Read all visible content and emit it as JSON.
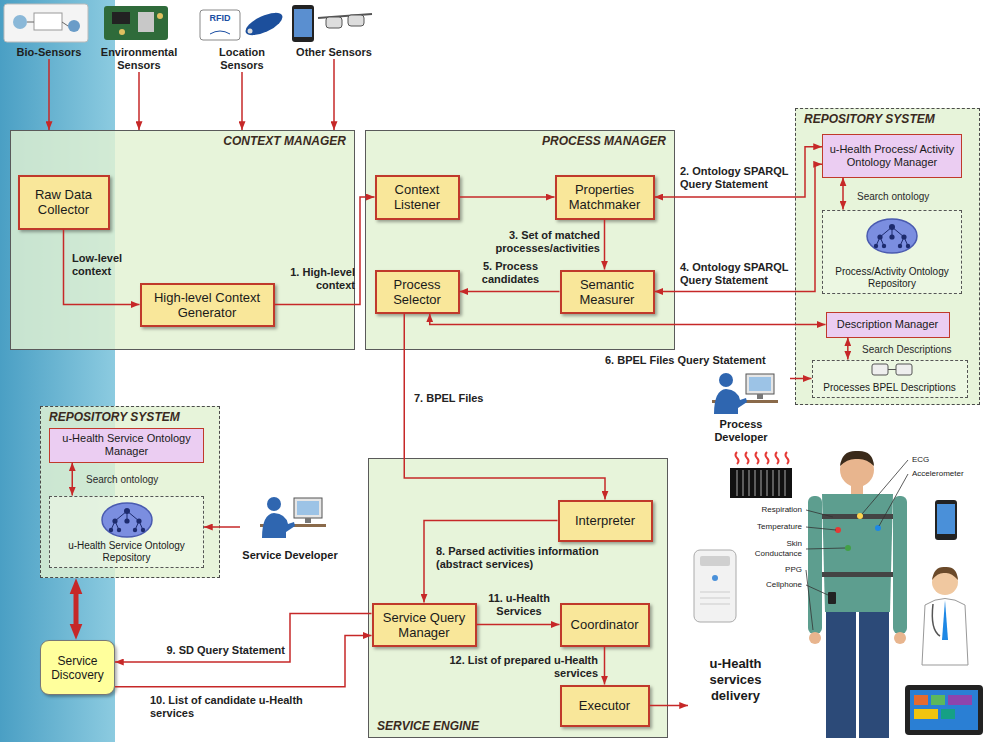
{
  "diagram": {
    "nodes": [
      {
        "text": [
          "Bio-Sensors"
        ]
      },
      {
        "text": [
          "Environmental Sensors"
        ]
      },
      {
        "text": [
          "Location Sensors"
        ]
      },
      {
        "text": [
          "Other Sensors"
        ]
      },
      {
        "text": [
          "CONTEXT MANAGER"
        ]
      },
      {
        "text": [
          "Raw Data Collector"
        ],
        "in": 4
      },
      {
        "text": [
          "High-level Context Generator"
        ],
        "in": 4
      },
      {
        "text": [
          "PROCESS MANAGER"
        ]
      },
      {
        "text": [
          "Context Listener"
        ],
        "in": 7
      },
      {
        "text": [
          "Properties Matchmaker"
        ],
        "in": 7
      },
      {
        "text": [
          "Process Selector"
        ],
        "in": 7
      },
      {
        "text": [
          "Semantic Measurer"
        ],
        "in": 7
      },
      {
        "text": [
          "REPOSITORY SYSTEM"
        ]
      },
      {
        "text": [
          "u-Health Process/ Activity Ontology Manager"
        ],
        "in": 12
      },
      {
        "text": [
          "Process/Activity Ontology Repository"
        ],
        "in": 12
      },
      {
        "text": [
          "Description Manager"
        ],
        "in": 12
      },
      {
        "text": [
          "Processes BPEL Descriptions"
        ],
        "in": 12
      },
      {
        "text": [
          "REPOSITORY SYSTEM"
        ]
      },
      {
        "text": [
          "u-Health Service Ontology Manager"
        ],
        "in": 17
      },
      {
        "text": [
          "u-Health Service Ontology Repository"
        ],
        "in": 17
      },
      {
        "text": [
          "Service Developer"
        ]
      },
      {
        "text": [
          "Process Developer"
        ]
      },
      {
        "text": [
          "SERVICE ENGINE"
        ]
      },
      {
        "text": [
          "Interpreter"
        ],
        "in": 22
      },
      {
        "text": [
          "Service Query Manager"
        ],
        "in": 22
      },
      {
        "text": [
          "Coordinator"
        ],
        "in": 22
      },
      {
        "text": [
          "Executor"
        ],
        "in": 22
      },
      {
        "text": [
          "Service Discovery"
        ]
      },
      {
        "text": [
          "u-Health services delivery"
        ]
      }
    ],
    "edges": [
      {
        "from": 0,
        "to": 4,
        "arrow": "to"
      },
      {
        "from": 1,
        "to": 4,
        "arrow": "to"
      },
      {
        "from": 2,
        "to": 4,
        "arrow": "to"
      },
      {
        "from": 3,
        "to": 4,
        "arrow": "to"
      },
      {
        "from": 5,
        "to": 6,
        "label": "Low-level context",
        "arrow": "to"
      },
      {
        "from": 6,
        "to": 8,
        "label": "1. High-level context",
        "arrow": "to"
      },
      {
        "from": 8,
        "to": 9,
        "arrow": "to"
      },
      {
        "from": 9,
        "to": 13,
        "label": "2. Ontology SPARQL Query Statement",
        "arrow": "both"
      },
      {
        "from": 9,
        "to": 11,
        "label": "3. Set of matched processes/activities",
        "arrow": "to"
      },
      {
        "from": 11,
        "to": 13,
        "label": "4. Ontology SPARQL Query Statement",
        "arrow": "both"
      },
      {
        "from": 11,
        "to": 10,
        "label": "5. Process candidates",
        "arrow": "to"
      },
      {
        "from": 10,
        "to": 15,
        "label": "6. BPEL Files Query Statement",
        "arrow": "both"
      },
      {
        "from": 10,
        "to": 23,
        "label": "7. BPEL Files",
        "arrow": "to"
      },
      {
        "from": 13,
        "to": 14,
        "label": "Search ontology",
        "arrow": "both"
      },
      {
        "from": 15,
        "to": 16,
        "label": "Search Descriptions",
        "arrow": "both"
      },
      {
        "from": 21,
        "to": 16,
        "arrow": "to"
      },
      {
        "from": 18,
        "to": 19,
        "label": "Search ontology",
        "arrow": "both"
      },
      {
        "from": 20,
        "to": 19,
        "arrow": "to"
      },
      {
        "from": 23,
        "to": 24,
        "label": "8. Parsed activities information (abstract services)",
        "arrow": "to"
      },
      {
        "from": 24,
        "to": 27,
        "label": "9. SD Query Statement",
        "arrow": "to"
      },
      {
        "from": 27,
        "to": 24,
        "label": "10. List of candidate u-Health services",
        "arrow": "to"
      },
      {
        "from": 24,
        "to": 25,
        "label": "11. u-Health Services",
        "arrow": "to"
      },
      {
        "from": 25,
        "to": 26,
        "label": "12. List of prepared u-Health services",
        "arrow": "to"
      },
      {
        "from": 26,
        "to": 28,
        "arrow": "to"
      },
      {
        "from": 17,
        "to": 27,
        "arrow": "both"
      }
    ],
    "labels": [
      "RFID",
      "ECG",
      "Accelerometer",
      "Respiration",
      "Temperature",
      "Skin Conductance",
      "PPG",
      "Cellphone"
    ]
  }
}
